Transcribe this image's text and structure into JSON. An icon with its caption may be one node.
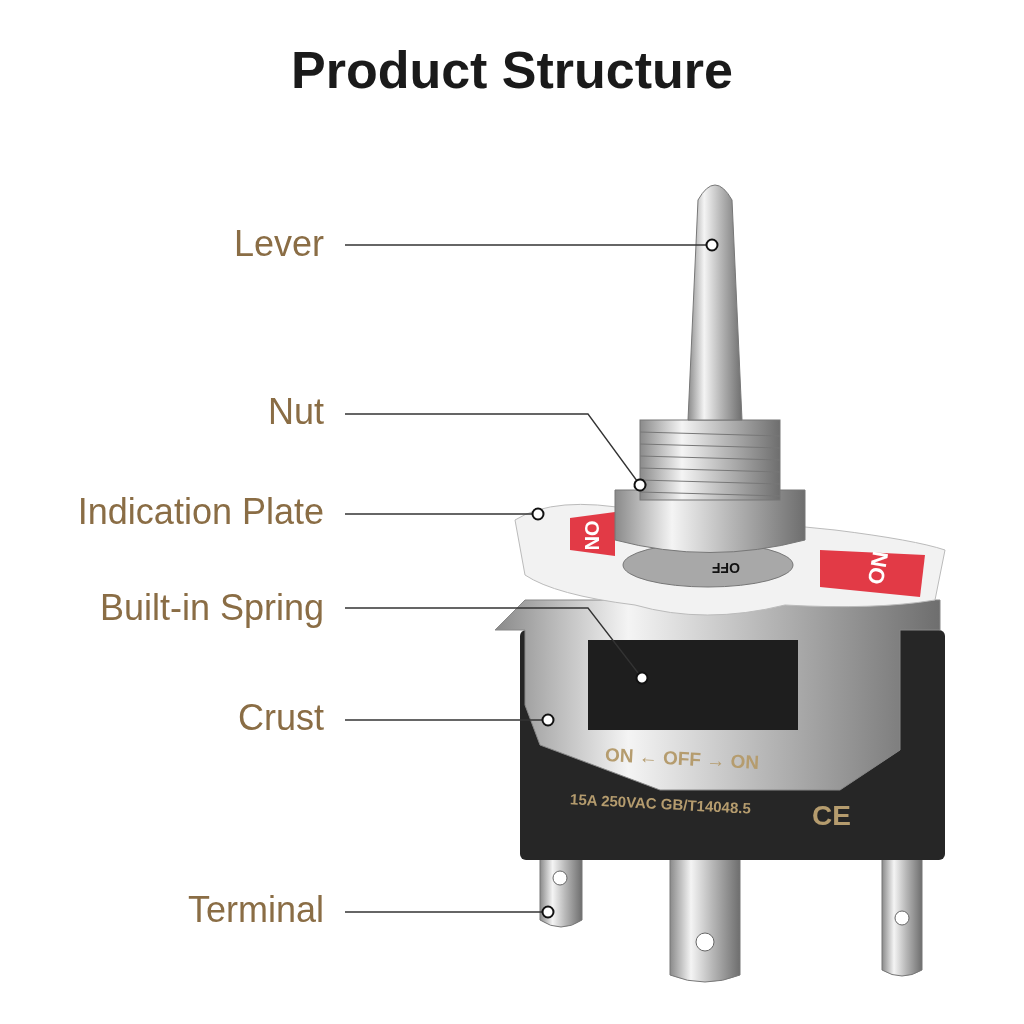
{
  "diagram": {
    "title": "Product Structure",
    "nodes": [
      {
        "text": [
          "Lever"
        ]
      },
      {
        "text": [
          "Nut"
        ]
      },
      {
        "text": [
          "Indication Plate"
        ]
      },
      {
        "text": [
          "Built-in Spring"
        ]
      },
      {
        "text": [
          "Crust"
        ]
      },
      {
        "text": [
          "Terminal"
        ]
      }
    ],
    "edges": [
      {
        "from": 0,
        "to": null,
        "arrow": "other"
      },
      {
        "from": 1,
        "to": null,
        "arrow": "other"
      },
      {
        "from": 2,
        "to": null,
        "arrow": "other"
      },
      {
        "from": 3,
        "to": null,
        "arrow": "other"
      },
      {
        "from": 4,
        "to": null,
        "arrow": "other"
      },
      {
        "from": 5,
        "to": null,
        "arrow": "other"
      }
    ],
    "labels": [
      "ON",
      "OFF",
      "ON",
      "ON ← OFF → ON",
      "15A 250VAC GB/T14048.5",
      "CE"
    ]
  }
}
